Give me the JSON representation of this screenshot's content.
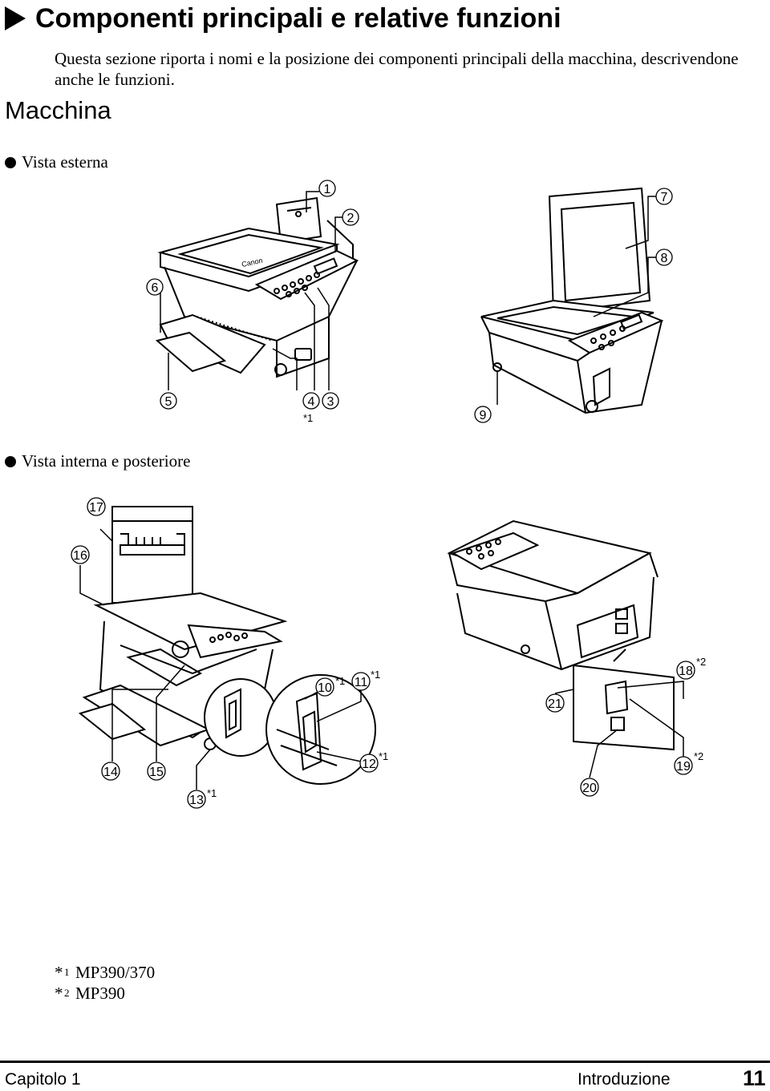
{
  "header": {
    "title": "Componenti principali e relative funzioni"
  },
  "intro": "Questa sezione riporta i nomi e la posizione dei componenti principali della macchina, descrivendone anche le funzioni.",
  "section": {
    "title": "Macchina"
  },
  "views": {
    "external": {
      "title": "Vista esterna"
    },
    "internal": {
      "title": "Vista interna e posteriore"
    }
  },
  "callouts": {
    "c1": "1",
    "c2": "2",
    "c3": "3",
    "c4": "4",
    "c5": "5",
    "c6": "6",
    "c7": "7",
    "c8": "8",
    "c9": "9",
    "c10": "10",
    "c11": "11",
    "c12": "12",
    "c13": "13",
    "c14": "14",
    "c15": "15",
    "c16": "16",
    "c17": "17",
    "c18": "18",
    "c19": "19",
    "c20": "20",
    "c21": "21"
  },
  "marks": {
    "m1": "*1",
    "m2": "*2"
  },
  "illustration": {
    "brand": "Canon"
  },
  "notes": [
    {
      "mark": "*",
      "num": "1",
      "text": "MP390/370"
    },
    {
      "mark": "*",
      "num": "2",
      "text": "MP390"
    }
  ],
  "footer": {
    "chapter": "Capitolo 1",
    "section": "Introduzione",
    "page": "11"
  }
}
